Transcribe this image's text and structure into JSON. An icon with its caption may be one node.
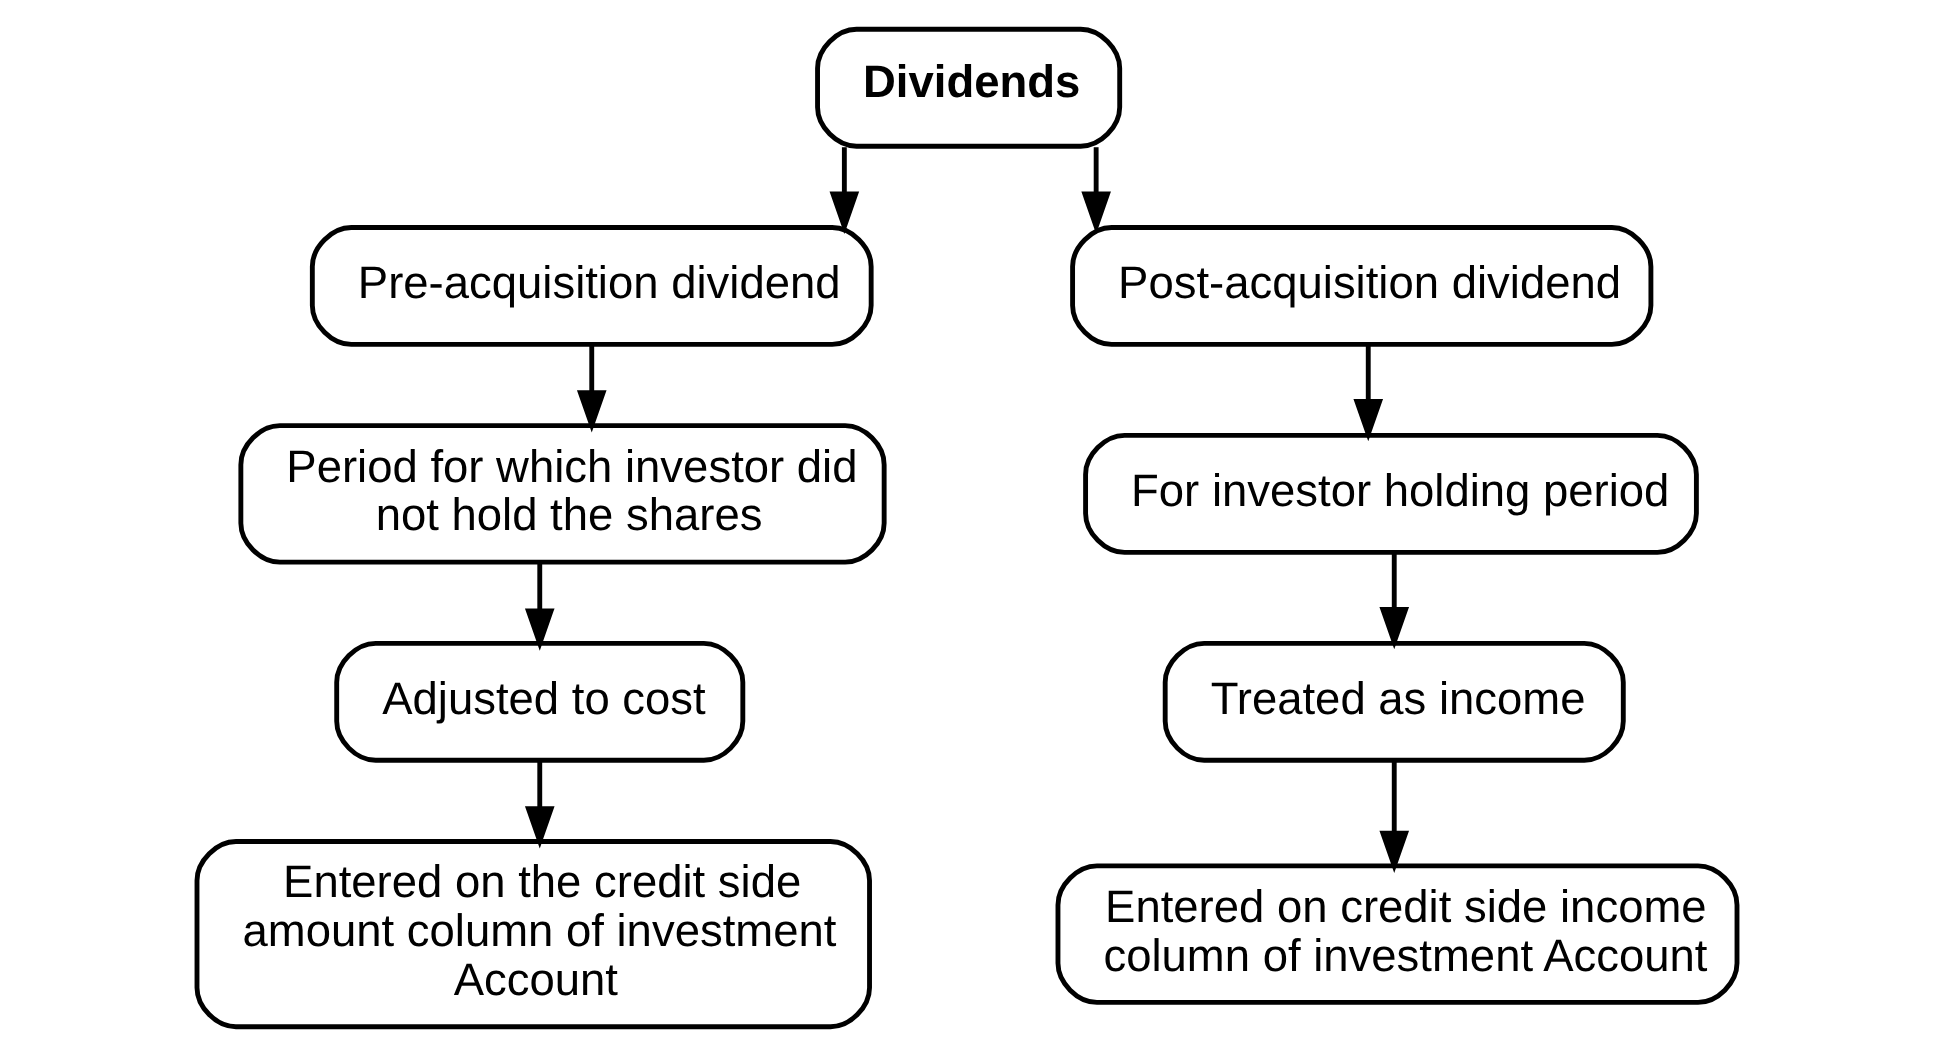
{
  "diagram": {
    "nodes": [
      {
        "text": [
          "Dividends"
        ]
      },
      {
        "text": [
          "Pre-acquisition dividend"
        ]
      },
      {
        "text": [
          "Post-acquisition dividend"
        ]
      },
      {
        "text": [
          "Period for which investor did not hold the shares"
        ]
      },
      {
        "text": [
          "Adjusted to cost"
        ]
      },
      {
        "text": [
          "Entered on the credit side amount column of investment Account"
        ]
      },
      {
        "text": [
          "For investor holding period"
        ]
      },
      {
        "text": [
          "Treated as income"
        ]
      },
      {
        "text": [
          "Entered on credit side income column of investment Account"
        ]
      }
    ],
    "edges": [
      {
        "from": 0,
        "to": 1,
        "arrow": "to"
      },
      {
        "from": 0,
        "to": 2,
        "arrow": "to"
      },
      {
        "from": 1,
        "to": 3,
        "arrow": "to"
      },
      {
        "from": 3,
        "to": 4,
        "arrow": "to"
      },
      {
        "from": 4,
        "to": 5,
        "arrow": "to"
      },
      {
        "from": 2,
        "to": 6,
        "arrow": "to"
      },
      {
        "from": 6,
        "to": 7,
        "arrow": "to"
      },
      {
        "from": 7,
        "to": 8,
        "arrow": "to"
      }
    ]
  }
}
